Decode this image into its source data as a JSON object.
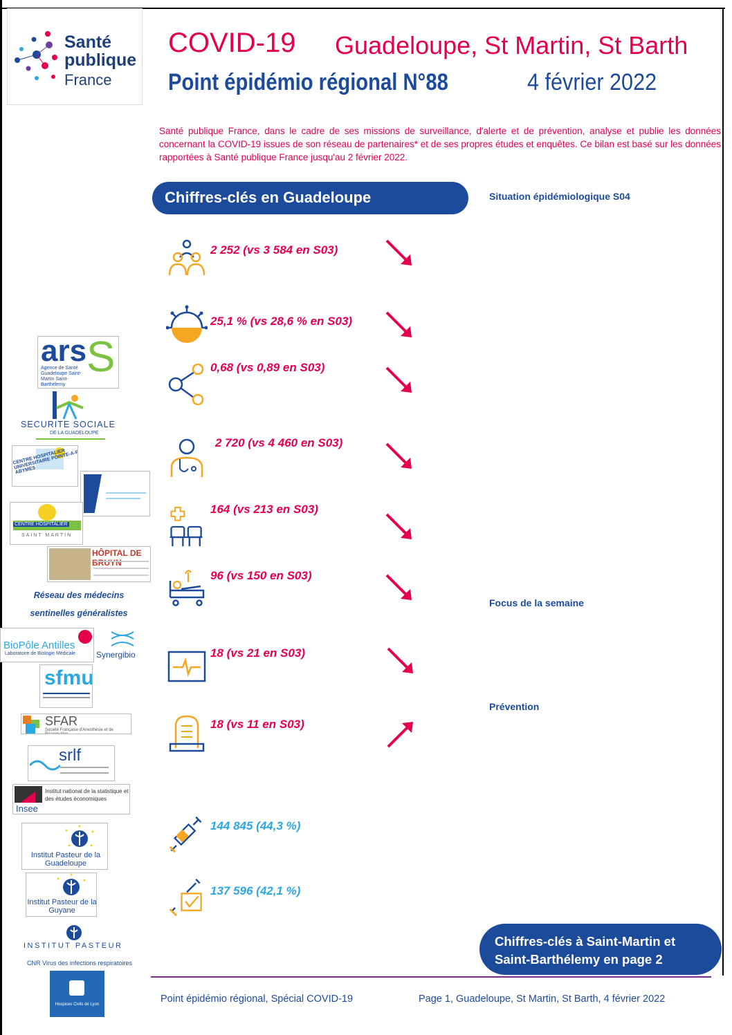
{
  "logo": {
    "line1": "Santé",
    "line2": "publique",
    "line3": "France"
  },
  "header": {
    "title": "COVID-19",
    "region": "Guadeloupe, St Martin, St Barth",
    "bulletin": "Point épidémio régional N°88",
    "date": "4 février 2022"
  },
  "intro": "Santé publique France, dans le cadre de ses missions de surveillance, d'alerte et de prévention, analyse et publie les données concernant la COVID-19 issues de son réseau de partenaires* et de ses propres études et enquêtes. Ce bilan est basé sur les données rapportées à Santé publique France jusqu'au 2 février 2022.",
  "key_figures_title": "Chiffres-clés en Guadeloupe",
  "sections": {
    "situation": "Situation épidémiologique S04",
    "focus": "Focus de la semaine",
    "prevention": "Prévention"
  },
  "indicators": [
    {
      "icon": "people-group-icon",
      "value": "2 252 (vs 3 584 en S03)",
      "trend": "down"
    },
    {
      "icon": "virus-icon",
      "value": "25,1 % (vs 28,6 % en S03)",
      "trend": "down"
    },
    {
      "icon": "share-network-icon",
      "value": "0,68 (vs 0,89 en S03)",
      "trend": "down"
    },
    {
      "icon": "doctor-icon",
      "value": "2 720 (vs 4 460 en S03)",
      "trend": "down"
    },
    {
      "icon": "waiting-room-icon",
      "value": "164 (vs 213 en S03)",
      "trend": "down"
    },
    {
      "icon": "hospital-bed-icon",
      "value": "96 (vs 150 en S03)",
      "trend": "down"
    },
    {
      "icon": "heart-monitor-icon",
      "value": "18 (vs 21 en S03)",
      "trend": "down"
    },
    {
      "icon": "tombstone-icon",
      "value": "18 (vs 11 en S03)",
      "trend": "up"
    }
  ],
  "vaccination": [
    {
      "icon": "syringe-icon",
      "value": "144 845 (44,3 %)"
    },
    {
      "icon": "syringe-check-icon",
      "value": "137 596 (42,1 %)"
    }
  ],
  "partners": {
    "ars_name": "ars",
    "ars_sub": "Agence de Santé Guadeloupe Saint-Martin Saint-Barthélemy",
    "secu": "SECURITE SOCIALE",
    "secu_sub": "DE LA GUADELOUPE",
    "chu": "CENTRE HOSPITALIER UNIVERSITAIRE POINTE-A-PITRE ABYMES",
    "ch_sm": "CENTRE HOSPITALIER",
    "ch_sm_sub": "SAINT MARTIN",
    "hopital_barth": "HÔPITAL DE BRUYN",
    "reseau": "Réseau des médecins sentinelles généralistes",
    "biopole": "BioPôle Antilles",
    "biopole_sub": "Laboratoire de Biologie Médicale",
    "synergibio": "Synergibio",
    "sfmu": "sfmu",
    "sfar": "SFAR",
    "sfar_sub": "Société Française d'Anesthésie et de Réanimation",
    "srlf": "srlf",
    "insee": "Insee",
    "insee_sub": "Institut national de la statistique et des études économiques",
    "pasteur_gp": "Institut Pasteur de la Guadeloupe",
    "pasteur_gy": "Institut Pasteur de la Guyane",
    "pasteur": "INSTITUT PASTEUR",
    "cnr": "CNR Virus des infections respiratoires",
    "hcl": "Hospices Civils de Lyon"
  },
  "sm_pill": {
    "line1": "Chiffres-clés à Saint-Martin et",
    "line2": "Saint-Barthélemy en page 2"
  },
  "footer": {
    "left": "Point épidémio régional, Spécial COVID-19",
    "right": "Page 1, Guadeloupe, St Martin, St Barth, 4 février 2022"
  },
  "colors": {
    "magenta": "#e5004b",
    "navy": "#1d4b9b",
    "orange": "#f5a623",
    "cyan": "#2da7e1"
  }
}
